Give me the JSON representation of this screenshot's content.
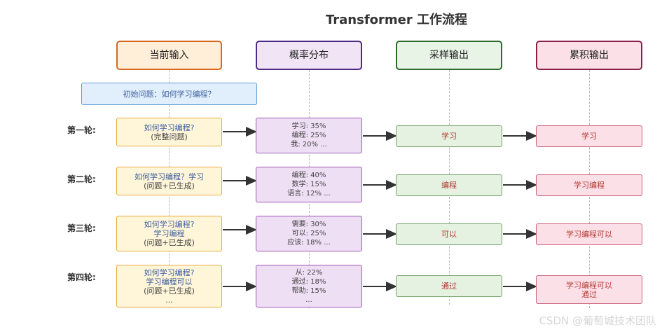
{
  "title": "Transformer 工作流程",
  "headers": {
    "input": "当前输入",
    "prob": "概率分布",
    "sample": "采样输出",
    "accum": "累积输出"
  },
  "initial": "初始问题：如何学习编程？",
  "rounds": [
    {
      "label": "第一轮:",
      "input": [
        "如何学习编程?",
        "(完整问题)"
      ],
      "prob": [
        "学习: 35%",
        "编程: 25%",
        "我: 20% ..."
      ],
      "sample": "学习",
      "accum": [
        "学习"
      ]
    },
    {
      "label": "第二轮:",
      "input": [
        "如何学习编程？学习",
        "(问题+已生成)"
      ],
      "prob": [
        "编程: 40%",
        "数学: 15%",
        "语言: 12% ..."
      ],
      "sample": "编程",
      "accum": [
        "学习编程"
      ]
    },
    {
      "label": "第三轮:",
      "input": [
        "如何学习编程?",
        "学习编程",
        "(问题+已生成)"
      ],
      "prob": [
        "需要: 30%",
        "可以: 25%",
        "应该: 18% ..."
      ],
      "sample": "可以",
      "accum": [
        "学习编程可以"
      ]
    },
    {
      "label": "第四轮:",
      "input": [
        "如何学习编程?",
        "学习编程可以",
        "(问题+已生成)",
        "..."
      ],
      "prob": [
        "从: 22%",
        "通过: 18%",
        "帮助: 15%",
        "..."
      ],
      "sample": "通过",
      "accum": [
        "学习编程可以",
        "通过"
      ]
    }
  ],
  "watermark": "CSDN @葡萄城技术团队"
}
